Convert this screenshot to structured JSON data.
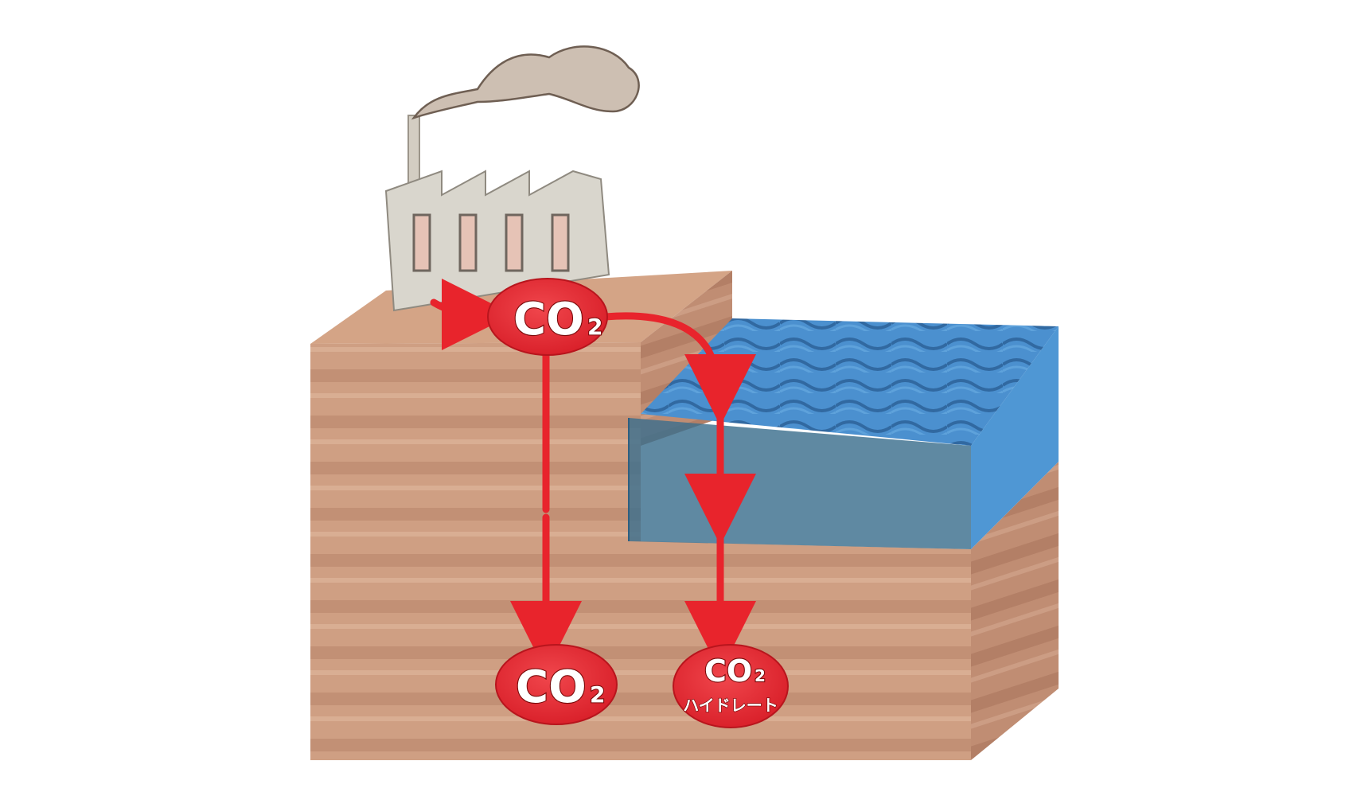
{
  "labels": {
    "source_co2": "CO",
    "source_co2_subscript": "2",
    "ground_co2": "CO",
    "ground_co2_subscript": "2",
    "hydrate_co2": "CO",
    "hydrate_co2_subscript": "2",
    "hydrate_text": "ハイドレート"
  },
  "colors": {
    "background": "#ffffff",
    "ground_top": "#d4a486",
    "ground_front": "#c9987c",
    "ground_side": "#b98a6f",
    "ground_stripe": "#a9765c",
    "water_top": "#3f86c6",
    "water_front": "#2f6ea3",
    "water_side": "#4f97d4",
    "co2_blob": "#e3262e",
    "arrow": "#e8242c",
    "factory": "#d9d6cd",
    "factory_window": "#e6c3b6",
    "smoke": "#a8988a"
  },
  "icons": {
    "factory": "factory-icon",
    "smoke": "smoke-icon",
    "water": "ocean-icon"
  }
}
